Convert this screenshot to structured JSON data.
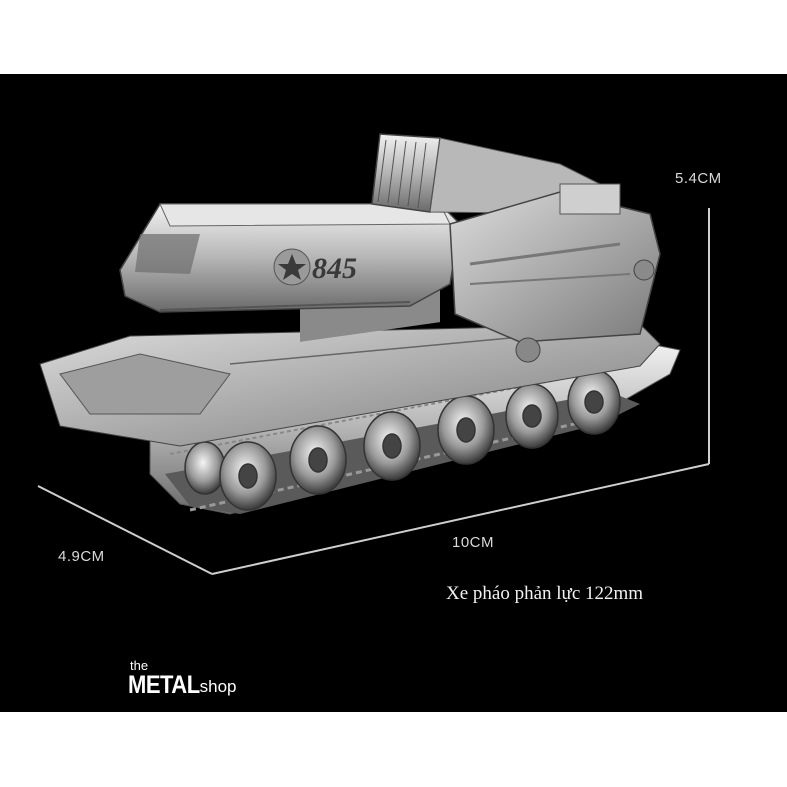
{
  "dimensions": {
    "height": "5.4CM",
    "length": "10CM",
    "width": "4.9CM"
  },
  "caption": "Xe pháo phản lực 122mm",
  "brand": {
    "prefix": "the",
    "name": "METAL",
    "suffix": "shop"
  },
  "model_marking": "845",
  "colors": {
    "background": "#000000",
    "metal_light": "#e8e8e8",
    "metal_mid": "#a0a0a0",
    "metal_dark": "#4a4a4a",
    "text": "#d9d9d9"
  }
}
